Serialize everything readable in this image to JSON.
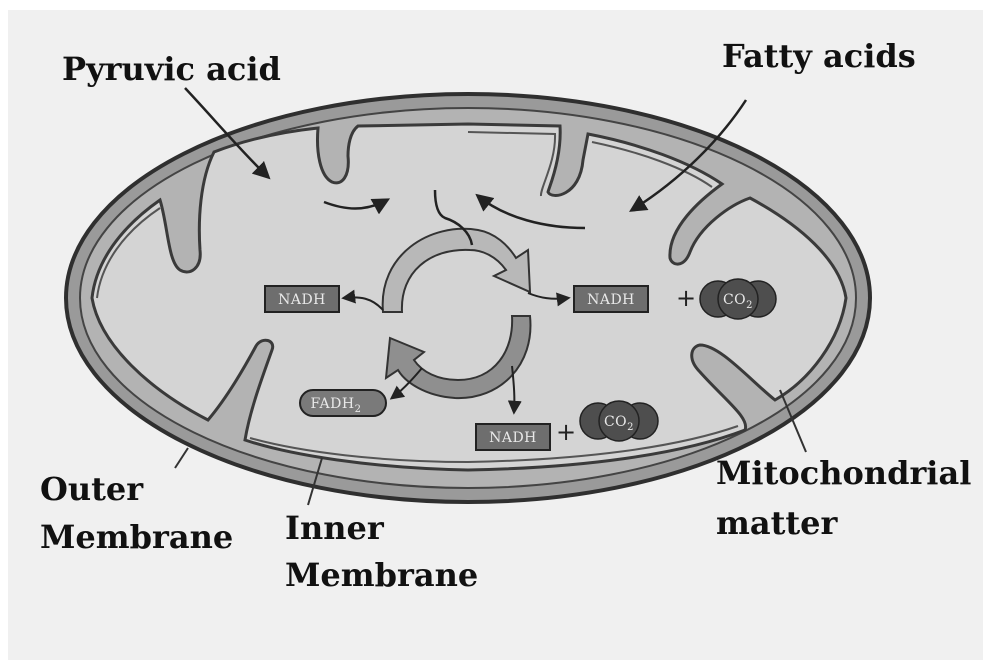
{
  "labels": {
    "pyruvic_acid": "Pyruvic acid",
    "fatty_acids": "Fatty acids",
    "outer_membrane_line1": "Outer",
    "outer_membrane_line2": "Membrane",
    "inner_membrane_line1": "Inner",
    "inner_membrane_line2": "Membrane",
    "mito_matter_line1": "Mitochondrial",
    "mito_matter_line2": "matter"
  },
  "molecules": {
    "nadh_left": "NADH",
    "nadh_right": "NADH",
    "nadh_bottom": "NADH",
    "fadh": "FADH",
    "fadh_sub": "2",
    "co2_main": "CO",
    "co2_sub": "2",
    "plus": "+"
  },
  "colors": {
    "background": "#f0f0f0",
    "page": "#ffffff",
    "outer_membrane": "#9a9a9a",
    "intermembrane": "#b3b3b3",
    "matrix": "#d4d4d4",
    "membrane_edge": "#3a3a3a",
    "badge": "#6e6e6e",
    "co2": "#4e4e4e",
    "cycle_arrow": "#b8b8b8"
  }
}
